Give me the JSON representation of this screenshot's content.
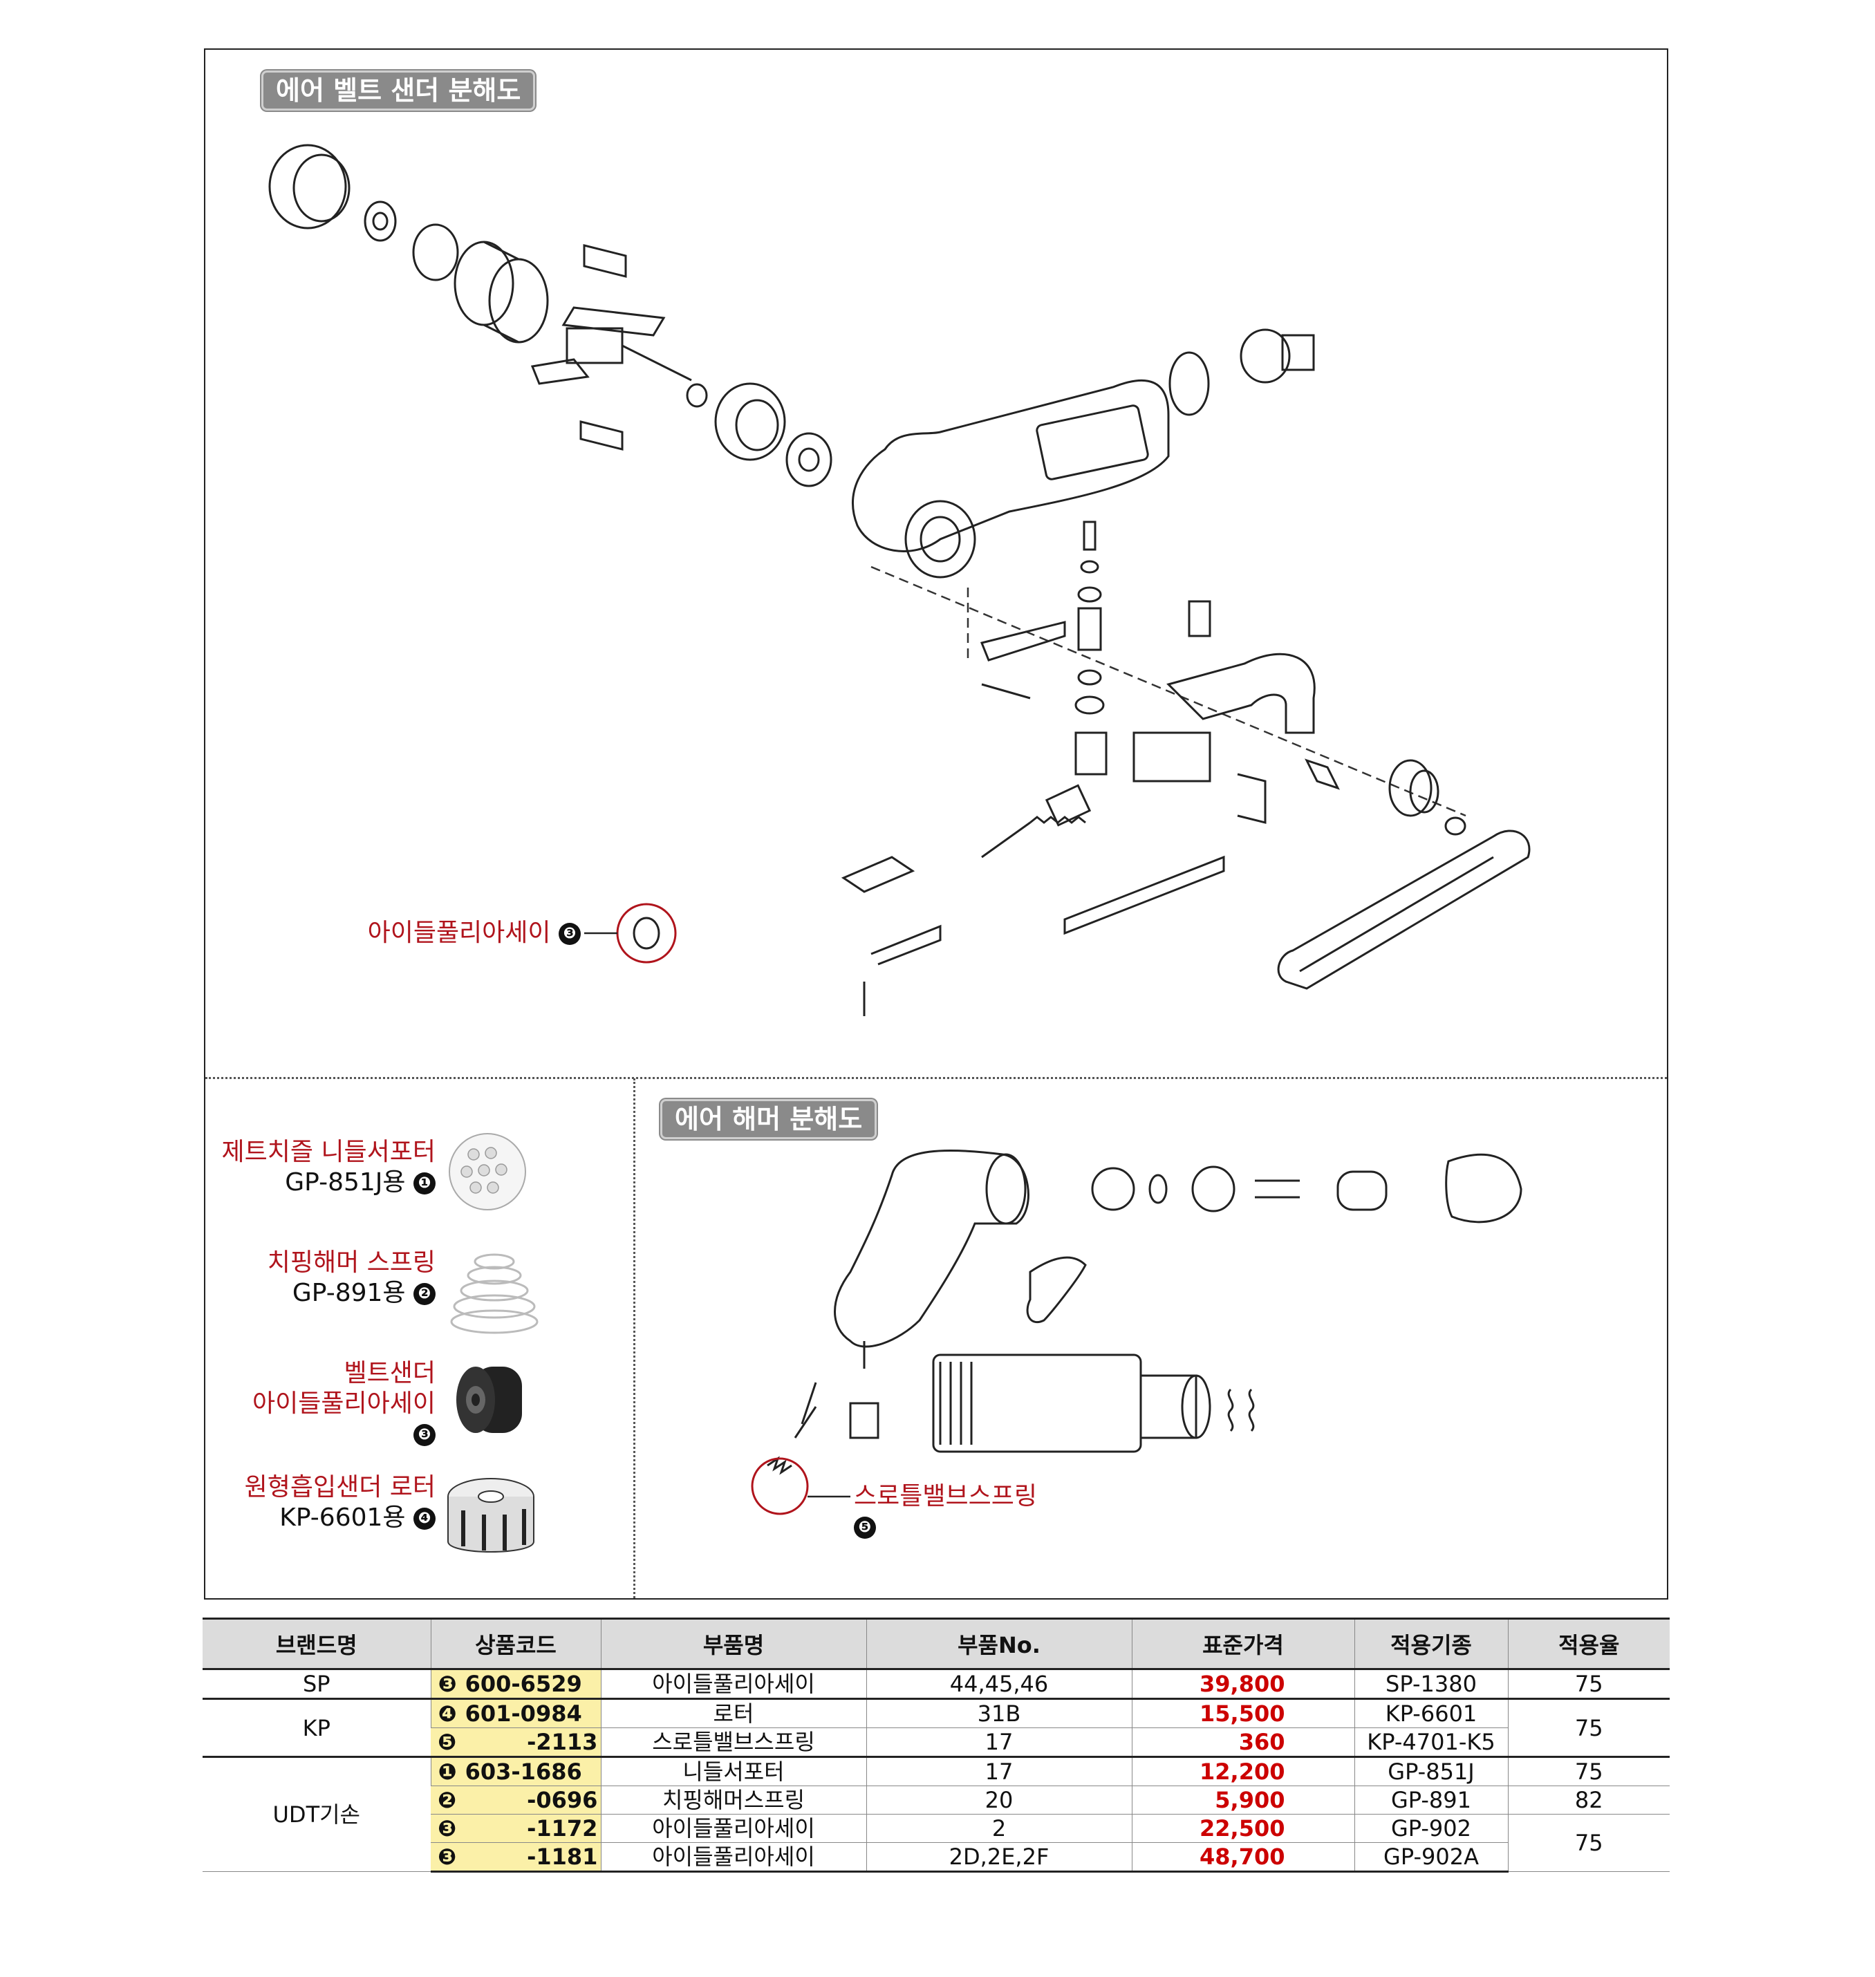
{
  "sections": {
    "belt_sander_title": "에어 벨트 샌더 분해도",
    "air_hammer_title": "에어 해머 분해도"
  },
  "callouts": {
    "belt_idle_pulley": {
      "text": "아이들풀리아세이",
      "num": "❸"
    },
    "throttle_spring": {
      "text": "스로틀밸브스프링",
      "num": "❺"
    }
  },
  "side_parts": [
    {
      "name": "제트치즐 니들서포터",
      "model": "GP-851J용",
      "num": "❶"
    },
    {
      "name": "치핑해머 스프링",
      "model": "GP-891용",
      "num": "❷"
    },
    {
      "name": "벨트샌더 아이들풀리아세이",
      "name_line1": "벨트샌더",
      "name_line2": "아이들풀리아세이",
      "model": "",
      "num": "❸"
    },
    {
      "name": "원형흡입샌더 로터",
      "model": "KP-6601용",
      "num": "❹"
    }
  ],
  "table": {
    "headers": [
      "브랜드명",
      "상품코드",
      "부품명",
      "부품No.",
      "표준가격",
      "적용기종",
      "적용율"
    ],
    "rows": [
      {
        "brand": "SP",
        "num": "❸",
        "code": "600-6529",
        "part": "아이들풀리아세이",
        "part_no": "44,45,46",
        "price": "39,800",
        "model": "SP-1380",
        "rate": "75"
      },
      {
        "brand": "KP",
        "num": "❹",
        "code": "601-0984",
        "part": "로터",
        "part_no": "31B",
        "price": "15,500",
        "model": "KP-6601",
        "rate": "75"
      },
      {
        "brand": "",
        "num": "❺",
        "code": "-2113",
        "part": "스로틀밸브스프링",
        "part_no": "17",
        "price": "360",
        "model": "KP-4701-K5",
        "rate": ""
      },
      {
        "brand": "UDT기손",
        "num": "❶",
        "code": "603-1686",
        "part": "니들서포터",
        "part_no": "17",
        "price": "12,200",
        "model": "GP-851J",
        "rate": "75"
      },
      {
        "brand": "",
        "num": "❷",
        "code": "-0696",
        "part": "치핑해머스프링",
        "part_no": "20",
        "price": "5,900",
        "model": "GP-891",
        "rate": "82"
      },
      {
        "brand": "",
        "num": "❸",
        "code": "-1172",
        "part": "아이들풀리아세이",
        "part_no": "2",
        "price": "22,500",
        "model": "GP-902",
        "rate": "75"
      },
      {
        "brand": "",
        "num": "❸",
        "code": "-1181",
        "part": "아이들풀리아세이",
        "part_no": "2D,2E,2F",
        "price": "48,700",
        "model": "GP-902A",
        "rate": ""
      }
    ]
  }
}
